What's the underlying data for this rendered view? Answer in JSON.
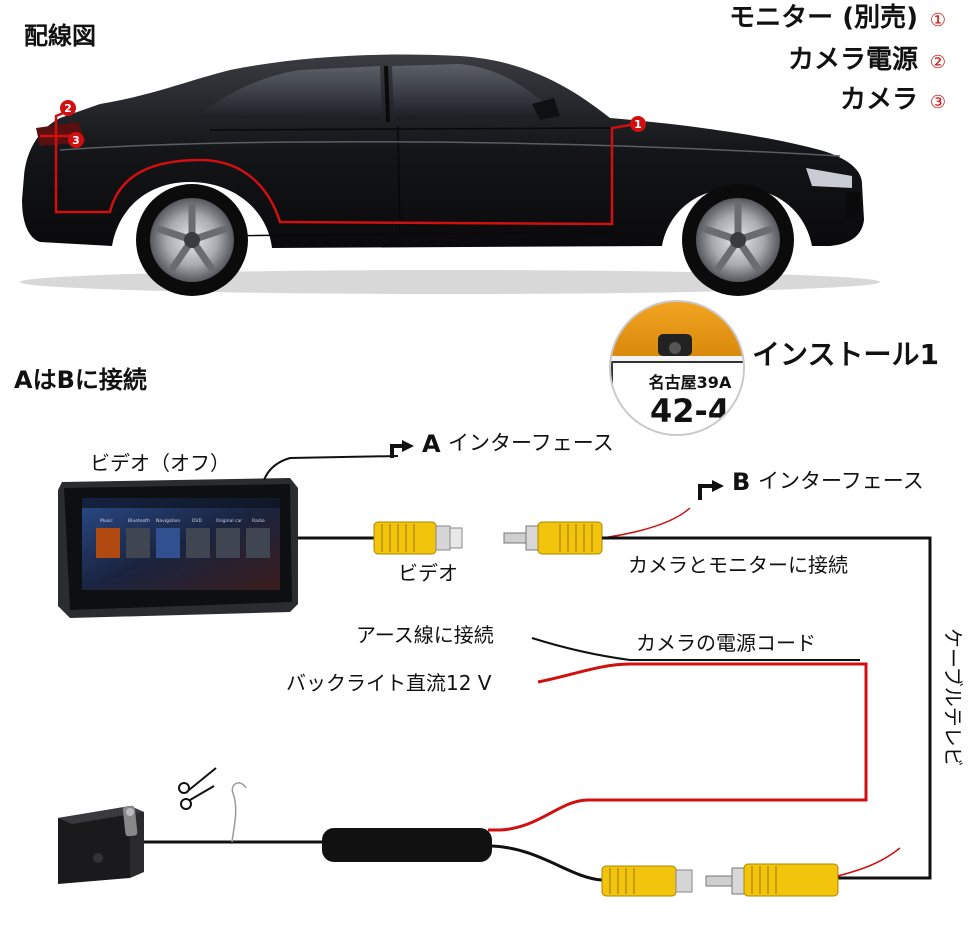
{
  "title": "配線図",
  "legend": {
    "item1": {
      "label": "モニター (別売)",
      "marker": "①"
    },
    "item2": {
      "label": "カメラ電源",
      "marker": "②"
    },
    "item3": {
      "label": "カメラ",
      "marker": "③"
    }
  },
  "car_markers": {
    "m1": "1",
    "m2": "2",
    "m3": "3"
  },
  "plate": {
    "line1": "名古屋39A",
    "line2": "42-4"
  },
  "install_label": "インストール1",
  "a_to_b": "AはBに接続",
  "video_off": "ビデオ（オフ）",
  "interface_a": {
    "letter": "A",
    "text": "インターフェース"
  },
  "interface_b": {
    "letter": "B",
    "text": "インターフェース"
  },
  "video_label": "ビデオ",
  "camera_monitor_connect": "カメラとモニターに接続",
  "ground_label": "アース線に接続",
  "backlight_label": "バックライト直流12 V",
  "power_cord_label": "カメラの電源コード",
  "cable_label": "ケーブルテレビ",
  "monitor_tabs": [
    "Music",
    "Bluetooth",
    "Navigation",
    "DVD",
    "Original car",
    "Radio"
  ],
  "colors": {
    "red_wire": "#d01010",
    "rca_yellow": "#f2c40c",
    "car_body": "#1c1d20",
    "marker_red": "#d01010"
  }
}
